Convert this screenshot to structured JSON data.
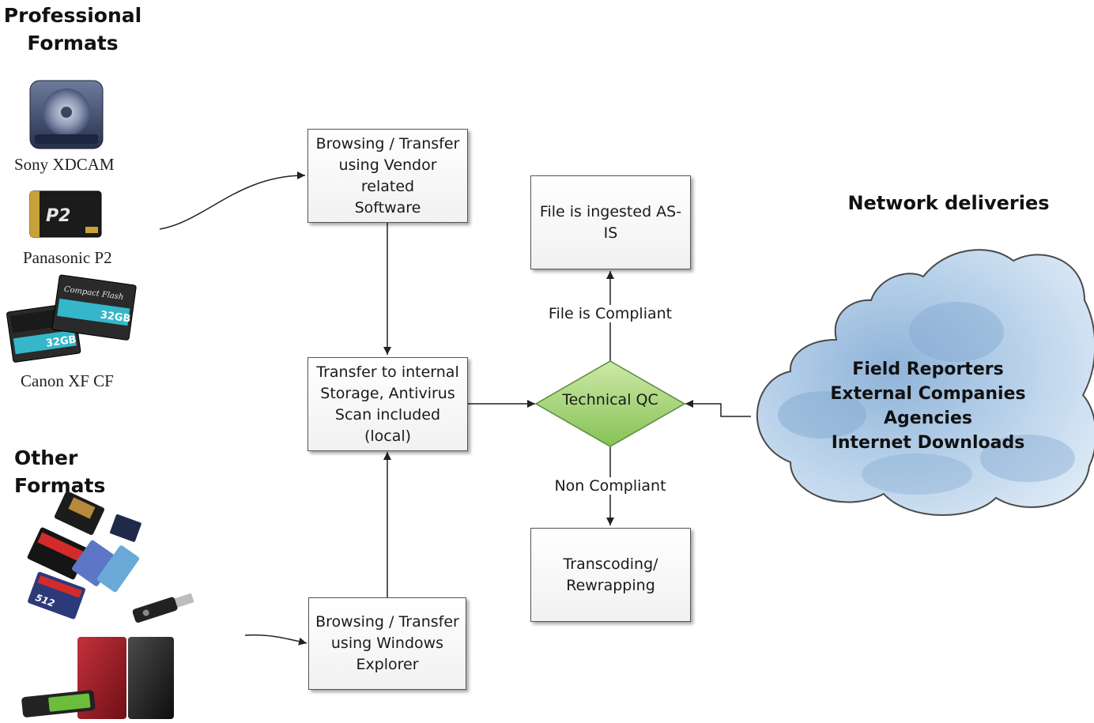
{
  "headings": {
    "professional": "Professional\nFormats",
    "other": "Other Formats",
    "network": "Network deliveries"
  },
  "media": {
    "sony": "Sony XDCAM",
    "panasonic": "Panasonic P2",
    "canon": "Canon XF CF",
    "cf_card_text": "Compact Flash",
    "cf_card_size": "32GB",
    "sd_text": "512"
  },
  "boxes": {
    "vendor": "Browsing / Transfer\nusing Vendor related\nSoftware",
    "internal": "Transfer to internal\nStorage, Antivirus\nScan included (local)",
    "windows": "Browsing / Transfer\nusing Windows\nExplorer",
    "ingest": "File is ingested AS-IS",
    "transcode": "Transcoding/\nRewrapping"
  },
  "decision": {
    "label": "Technical QC"
  },
  "edges": {
    "compliant": "File is Compliant",
    "non_compliant": "Non Compliant"
  },
  "cloud": {
    "lines": [
      "Field Reporters",
      "External Companies",
      "Agencies",
      "Internet Downloads"
    ]
  },
  "colors": {
    "diamond_top": "#cde9a6",
    "diamond_bottom": "#86c257",
    "cloud_fill": "#b9d2ea",
    "cloud_stroke": "#4a4a4a",
    "box_border": "#555555"
  }
}
